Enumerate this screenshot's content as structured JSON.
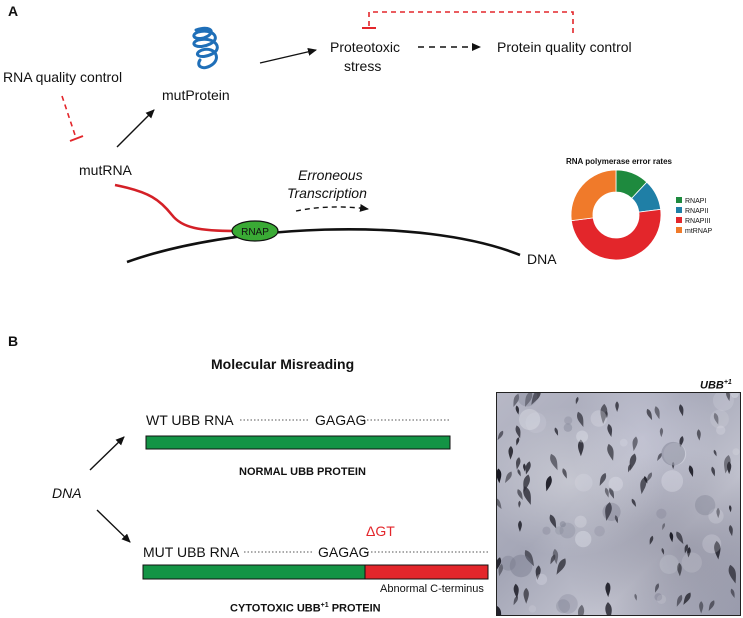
{
  "panel_a": {
    "label": "A",
    "rna_quality_control": "RNA quality control",
    "mut_rna": "mutRNA",
    "mut_protein": "mutProtein",
    "proteotoxic_line1": "Proteotoxic",
    "proteotoxic_line2": "stress",
    "protein_quality_control": "Protein quality control",
    "erroneous_line1": "Erroneous",
    "erroneous_line2": "Transcription",
    "rnap": "RNAP",
    "dna": "DNA"
  },
  "donut": {
    "title": "RNA polymerase error rates",
    "chart_data": {
      "type": "pie",
      "title": "RNA polymerase error rates",
      "categories": [
        "RNAPI",
        "RNAPII",
        "RNAPIII",
        "mtRNAP"
      ],
      "values": [
        12,
        11,
        50,
        27
      ],
      "colors": [
        "#1e8a3e",
        "#1f7fa6",
        "#e3262b",
        "#f07a2a"
      ],
      "legend": "right",
      "donut": true
    }
  },
  "panel_b": {
    "label": "B",
    "title": "Molecular Misreading",
    "dna": "DNA",
    "wt_rna": "WT UBB RNA",
    "gagag_top": "GAGAG",
    "normal_protein": "NORMAL UBB PROTEIN",
    "mut_rna": "MUT UBB RNA",
    "gagag_bottom": "GAGAG",
    "delta_gt": "ΔGT",
    "abnormal": "Abnormal C-terminus",
    "cytotoxic_pre": "CYTOTOXIC UBB",
    "cytotoxic_sup": "+1",
    "cytotoxic_post": " PROTEIN",
    "micro_label": "UBB",
    "micro_label_sup": "+1"
  },
  "colors": {
    "green": "#139445",
    "red": "#e3262b",
    "blue": "#1f6fb8",
    "rnap_fill": "#3aaa35",
    "dashed_red": "#e3262b"
  }
}
